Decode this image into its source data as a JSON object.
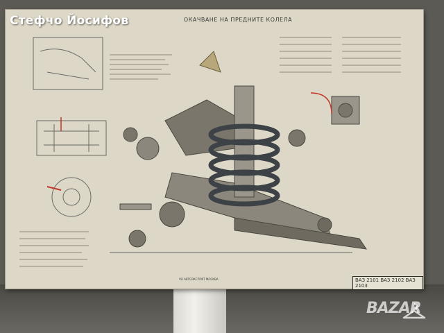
{
  "watermark": {
    "author": "Стефчо Йосифов"
  },
  "poster": {
    "title": "ОКАЧВАНЕ НА ПРЕДНИТЕ КОЛЕЛА",
    "model": "ВАЗ 2101 ВАЗ 2102 ВАЗ 2103",
    "publisher": "VO АВТОЭКСПОРТ МОСКВА"
  },
  "logo": {
    "text": "BAZAR"
  },
  "colors": {
    "paper": "#dcd7c6",
    "ink": "#3b3a36",
    "spring": "#3d4246",
    "accent_red": "#c0392b"
  }
}
